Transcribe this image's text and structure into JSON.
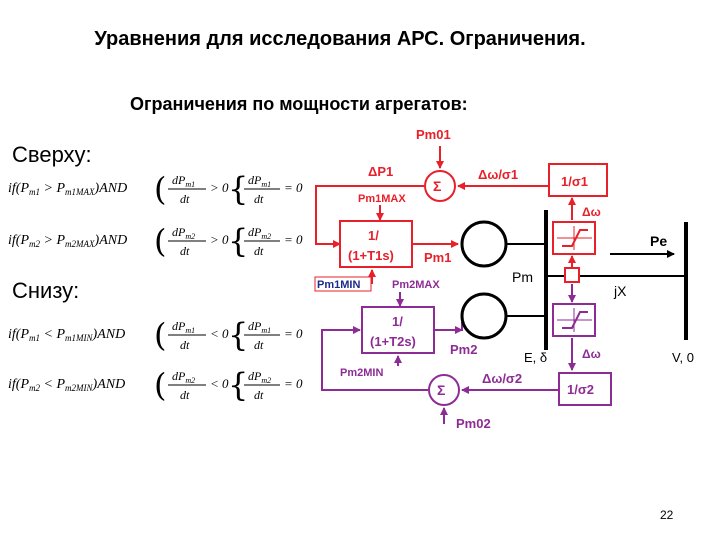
{
  "title": "Уравнения для исследования АРС. Ограничения.",
  "subtitle": "Ограничения по мощности агрегатов:",
  "sections": {
    "top": "Сверху:",
    "bottom": "Снизу:"
  },
  "equations": [
    {
      "prefix": "if",
      "var": "P",
      "sub": "m1",
      "op": ">",
      "limit": "P",
      "limit_sub": "m1MAX",
      "and": "AND",
      "deriv_num": "dP",
      "deriv_sub": "m1",
      "deriv_den": "dt",
      "deriv_cmp": "> 0",
      "then_num": "dP",
      "then_sub": "m1",
      "then_den": "dt",
      "then_val": "= 0"
    },
    {
      "prefix": "if",
      "var": "P",
      "sub": "m2",
      "op": ">",
      "limit": "P",
      "limit_sub": "m2MAX",
      "and": "AND",
      "deriv_num": "dP",
      "deriv_sub": "m2",
      "deriv_den": "dt",
      "deriv_cmp": "> 0",
      "then_num": "dP",
      "then_sub": "m2",
      "then_den": "dt",
      "then_val": "= 0"
    },
    {
      "prefix": "if",
      "var": "P",
      "sub": "m1",
      "op": "<",
      "limit": "P",
      "limit_sub": "m1MIN",
      "and": "AND",
      "deriv_num": "dP",
      "deriv_sub": "m1",
      "deriv_den": "dt",
      "deriv_cmp": "< 0",
      "then_num": "dP",
      "then_sub": "m1",
      "then_den": "dt",
      "then_val": "= 0"
    },
    {
      "prefix": "if",
      "var": "P",
      "sub": "m2",
      "op": "<",
      "limit": "P",
      "limit_sub": "m2MIN",
      "and": "AND",
      "deriv_num": "dP",
      "deriv_sub": "m2",
      "deriv_den": "dt",
      "deriv_cmp": "< 0",
      "then_num": "dP",
      "then_sub": "m2",
      "then_den": "dt",
      "then_val": "= 0"
    }
  ],
  "diagram": {
    "pm01": "Pm01",
    "dp1": "ΔP1",
    "sum_sign": "Σ",
    "dw_s1": "Δω/σ1",
    "inv_s1": "1/σ1",
    "pm1max": "Pm1MAX",
    "tf1_line1": "1/",
    "tf1_line2": "(1+T1s)",
    "pm1": "Pm1",
    "pm1min": "Pm1MIN",
    "pm2max": "Pm2MAX",
    "tf2_line1": "1/",
    "tf2_line2": "(1+T2s)",
    "pm2": "Pm2",
    "pm2min": "Pm2MIN",
    "dw_s2": "Δω/σ2",
    "inv_s2": "1/σ2",
    "pm02": "Pm02",
    "dw_top": "Δω",
    "dw_bottom": "Δω",
    "pe": "Pe",
    "pm": "Pm",
    "jx": "jX",
    "e_delta": "E, δ",
    "v0": "V, 0"
  },
  "colors": {
    "upper": "#e8202a",
    "lower": "#8e2c96",
    "bus": "#000000"
  },
  "page_number": "22"
}
